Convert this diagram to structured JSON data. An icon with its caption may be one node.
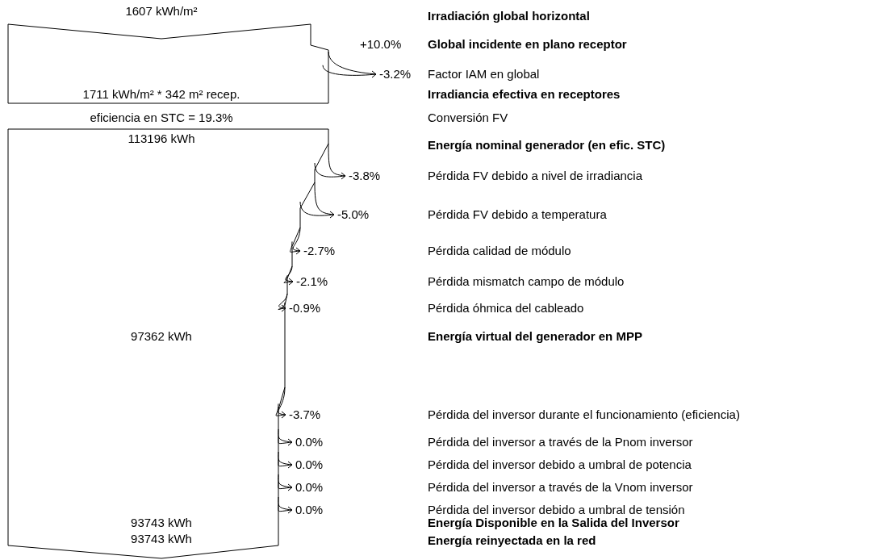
{
  "diagram": {
    "labels": [
      "1607 kWh/m²",
      "Irradiación global horizontal",
      "+10.0%",
      "Global incidente en plano receptor",
      "-3.2%",
      "Factor IAM en global",
      "1711 kWh/m² * 342 m² recep.",
      "Irradiancia efectiva en receptores",
      "eficiencia en STC = 19.3%",
      "Conversión FV",
      "113196 kWh",
      "Energía nominal generador (en efic. STC)",
      "-3.8%",
      "Pérdida FV debido a nivel de irradiancia",
      "-5.0%",
      "Pérdida FV debido a temperatura",
      "-2.7%",
      "Pérdida calidad de módulo",
      "-2.1%",
      "Pérdida mismatch campo de módulo",
      "-0.9%",
      "Pérdida óhmica del cableado",
      "97362 kWh",
      "Energía virtual del generador en MPP",
      "-3.7%",
      "Pérdida del inversor durante el funcionamiento (eficiencia)",
      "0.0%",
      "Pérdida del inversor a través de la Pnom inversor",
      "0.0%",
      "Pérdida del inversor debido a umbral de potencia",
      "0.0%",
      "Pérdida del inversor a través de la Vnom inversor",
      "0.0%",
      "Pérdida del inversor debido a umbral de tensión",
      "93743 kWh",
      "Energía Disponible en la Salida del Inversor",
      "93743 kWh",
      "Energía reinyectada en la red"
    ]
  }
}
